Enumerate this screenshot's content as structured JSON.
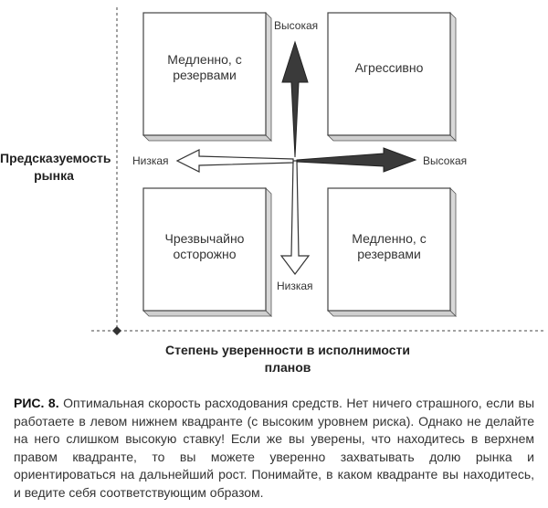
{
  "diagram": {
    "quadrants": {
      "top_left": "Медленно, с резервами",
      "top_right": "Агрессивно",
      "bottom_left": "Чрезвычайно осторожно",
      "bottom_right": "Медленно, с резервами"
    },
    "vertical_axis": {
      "high_label": "Высокая",
      "low_label": "Низкая"
    },
    "horizontal_axis": {
      "low_label": "Низкая",
      "high_label": "Высокая"
    },
    "left_axis_title": "Предсказуемость рынка",
    "bottom_axis_title": "Степень уверенности в исполнимости планов"
  },
  "caption": {
    "heading": "РИС. 8.",
    "text": "Оптимальная скорость расходования средств. Нет ничего страшного, если вы работаете в левом нижнем квадранте (с высоким уровнем риска). Однако не делайте на него слишком высокую ставку! Если же вы уверены, что находитесь в верхнем правом квадранте, то вы можете уверенно захватывать долю рынка и ориентироваться на дальнейший рост. Понимайте, в каком квадранте вы находитесь, и ведите себя соответствующим образом."
  }
}
